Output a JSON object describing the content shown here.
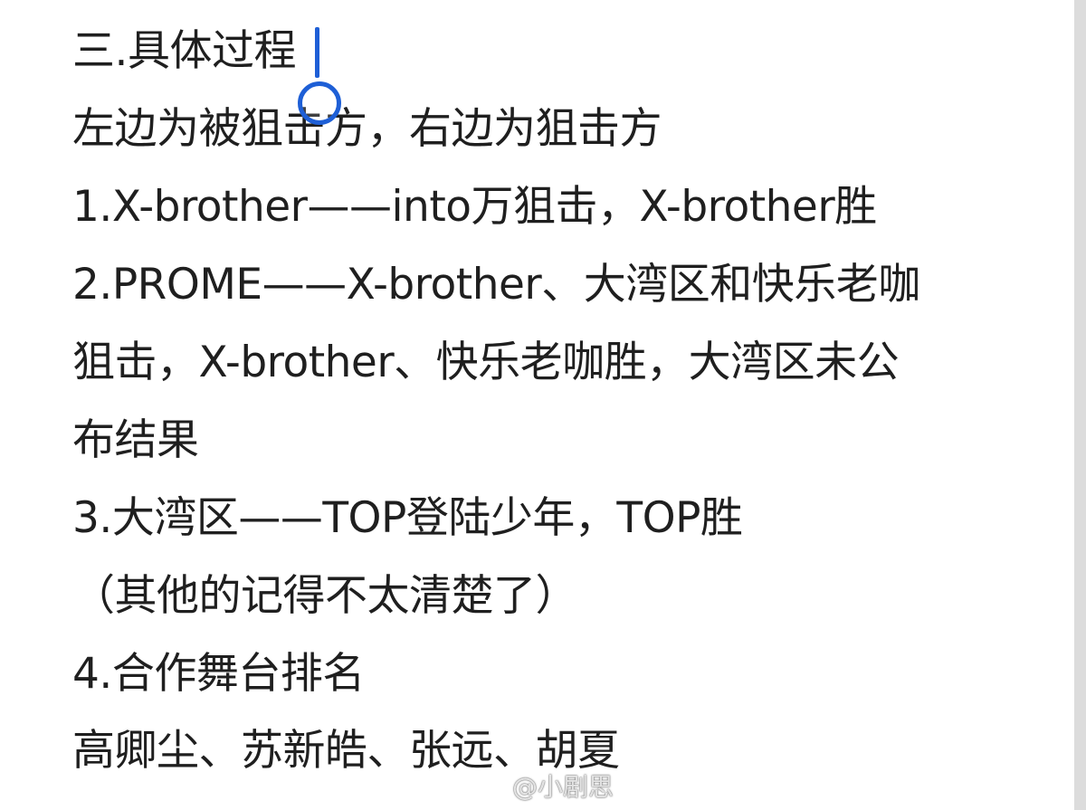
{
  "document": {
    "lines": [
      "三.具体过程",
      "左边为被狙击方，右边为狙击方",
      "1.X-brother——into万狙击，X-brother胜",
      "2.PROME——X-brother、大湾区和快乐老咖",
      "狙击，X-brother、快乐老咖胜，大湾区未公",
      "布结果",
      "3.大湾区——TOP登陆少年，TOP胜",
      "（其他的记得不太清楚了）",
      "4.合作舞台排名",
      "高卿尘、苏新皓、张远、胡夏"
    ]
  },
  "watermark": {
    "handle": "@小剧思",
    "icon": "weibo-logo-icon"
  },
  "colors": {
    "text": "#1f1f1f",
    "caret": "#1e5fd6",
    "background": "#ffffff",
    "scrollbar": "#dcdcdc"
  }
}
